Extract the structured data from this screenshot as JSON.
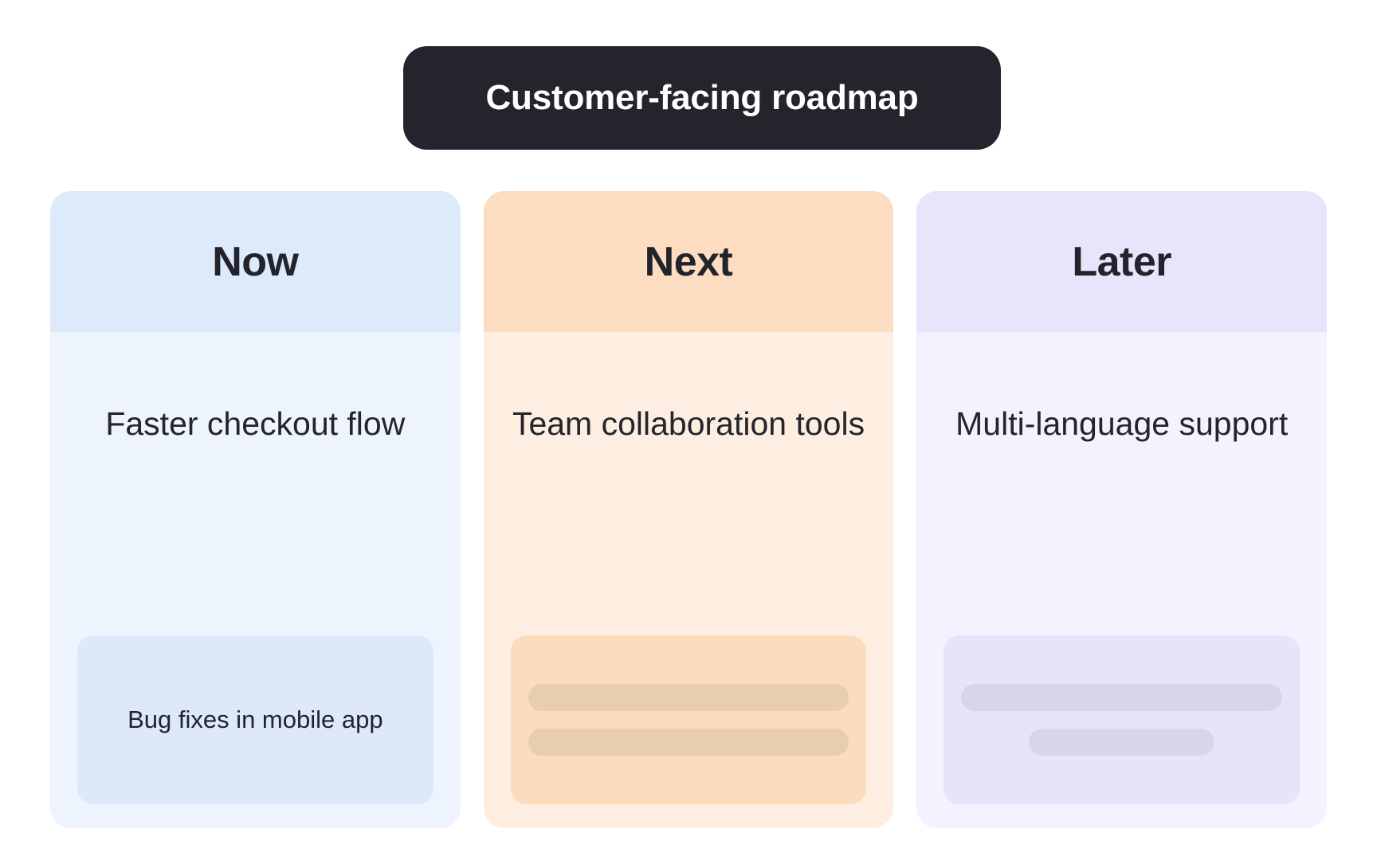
{
  "header": {
    "title": "Customer-facing roadmap",
    "pill_color": "#23242c",
    "pill_text_color": "#ffffff"
  },
  "columns": [
    {
      "key": "now",
      "title": "Now",
      "lead": "Faster checkout flow",
      "card": {
        "type": "text",
        "text": "Bug fixes in mobile app"
      },
      "colors": {
        "header": "#ddeafc",
        "body": "#edf4fe",
        "card": "#dde9fb"
      }
    },
    {
      "key": "next",
      "title": "Next",
      "lead": "Team collaboration tools",
      "card": {
        "type": "skeleton",
        "bars": [
          {
            "width_pct": 100
          },
          {
            "width_pct": 100
          }
        ]
      },
      "colors": {
        "header": "#fcddc1",
        "body": "#fdeee1",
        "card": "#fbdcbd",
        "bar": "#e9cdaf"
      }
    },
    {
      "key": "later",
      "title": "Later",
      "lead": "Multi-language support",
      "card": {
        "type": "skeleton",
        "bars": [
          {
            "width_pct": 100
          },
          {
            "width_pct": 58
          }
        ]
      },
      "colors": {
        "header": "#e9e3fc",
        "body": "#f5f1fe",
        "card": "#e9e3fa",
        "bar": "#d9d5e8"
      }
    }
  ]
}
